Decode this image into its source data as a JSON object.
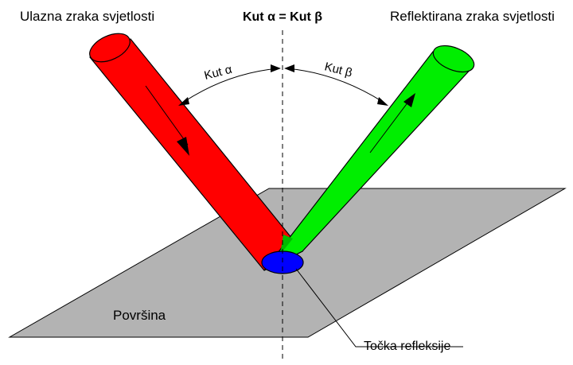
{
  "title": "Kut α = Kut β",
  "labels": {
    "incoming_ray": "Ulazna zraka svjetlosti",
    "reflected_ray": "Reflektirana zraka svjetlosti",
    "angle_alpha": "Kut α",
    "angle_beta": "Kut β",
    "surface": "Površina",
    "reflection_point": "Točka refleksije"
  },
  "colors": {
    "incoming_ray": "#ff0000",
    "reflected_ray": "#00ee00",
    "surface": "#b3b3b3",
    "reflection_point": "#0000ff",
    "outline": "#000000"
  }
}
